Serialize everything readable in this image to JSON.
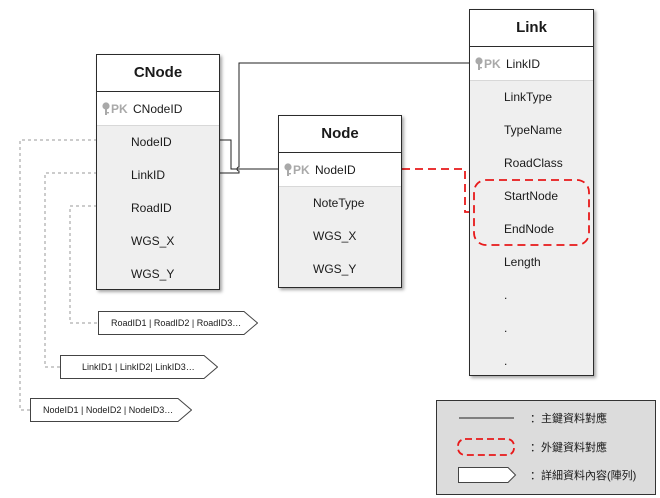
{
  "entities": {
    "cnode": {
      "title": "CNode",
      "pk_badge": "PK",
      "pk_field": "CNodeID",
      "fields": [
        "NodeID",
        "LinkID",
        "RoadID",
        "WGS_X",
        "WGS_Y"
      ]
    },
    "node": {
      "title": "Node",
      "pk_badge": "PK",
      "pk_field": "NodeID",
      "fields": [
        "NoteType",
        "WGS_X",
        "WGS_Y"
      ]
    },
    "link": {
      "title": "Link",
      "pk_badge": "PK",
      "pk_field": "LinkID",
      "fields": [
        "LinkType",
        "TypeName",
        "RoadClass",
        "StartNode",
        "EndNode",
        "Length",
        ".",
        ".",
        "."
      ]
    }
  },
  "list_notes": {
    "road_ids": "RoadID1 | RoadID2 | RoadID3…",
    "link_ids": "LinkID1 | LinkID2| LinkID3…",
    "node_ids": "NodeID1 | NodeID2 | NodeID3…"
  },
  "legend": {
    "primary_key": "：主鍵資料對應",
    "foreign_key": "：外鍵資料對應",
    "detail_list": "：詳細資料內容(陣列)"
  },
  "colors": {
    "foreign_key_line": "#e8191a",
    "field_background": "#efefef",
    "legend_background": "#dcdcdc",
    "pk_badge": "#a9a9a9"
  }
}
